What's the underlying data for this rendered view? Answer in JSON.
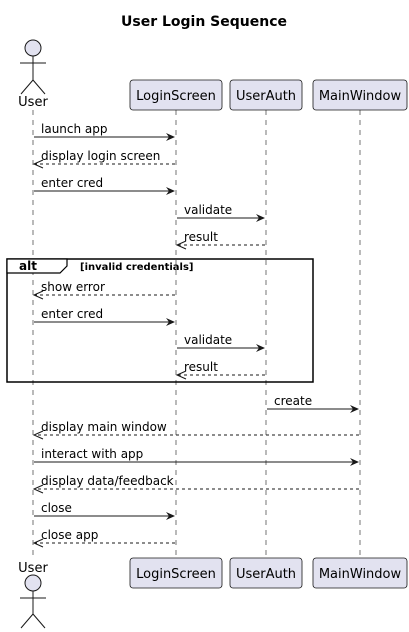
{
  "title": "User Login Sequence",
  "participants": [
    {
      "id": "user",
      "label": "User",
      "kind": "actor"
    },
    {
      "id": "login",
      "label": "LoginScreen",
      "kind": "box"
    },
    {
      "id": "auth",
      "label": "UserAuth",
      "kind": "box"
    },
    {
      "id": "main",
      "label": "MainWindow",
      "kind": "box"
    }
  ],
  "messages": [
    {
      "from": "user",
      "to": "login",
      "label": "launch app",
      "style": "solid"
    },
    {
      "from": "login",
      "to": "user",
      "label": "display login screen",
      "style": "dashed"
    },
    {
      "from": "user",
      "to": "login",
      "label": "enter cred",
      "style": "solid"
    },
    {
      "from": "login",
      "to": "auth",
      "label": "validate",
      "style": "solid"
    },
    {
      "from": "auth",
      "to": "login",
      "label": "result",
      "style": "dashed"
    },
    {
      "from": "login",
      "to": "user",
      "label": "show error",
      "style": "dashed"
    },
    {
      "from": "user",
      "to": "login",
      "label": "enter cred",
      "style": "solid"
    },
    {
      "from": "login",
      "to": "auth",
      "label": "validate",
      "style": "solid"
    },
    {
      "from": "auth",
      "to": "login",
      "label": "result",
      "style": "dashed"
    },
    {
      "from": "auth",
      "to": "main",
      "label": "create",
      "style": "solid"
    },
    {
      "from": "main",
      "to": "user",
      "label": "display main window",
      "style": "dashed"
    },
    {
      "from": "user",
      "to": "main",
      "label": "interact with app",
      "style": "solid"
    },
    {
      "from": "main",
      "to": "user",
      "label": "display data/feedback",
      "style": "dashed"
    },
    {
      "from": "user",
      "to": "login",
      "label": "close",
      "style": "solid"
    },
    {
      "from": "login",
      "to": "user",
      "label": "close app",
      "style": "dashed"
    }
  ],
  "fragment": {
    "operator": "alt",
    "condition": "[invalid credentials]"
  },
  "colors": {
    "participant_fill": "#e2e2f0",
    "line": "#181818"
  }
}
